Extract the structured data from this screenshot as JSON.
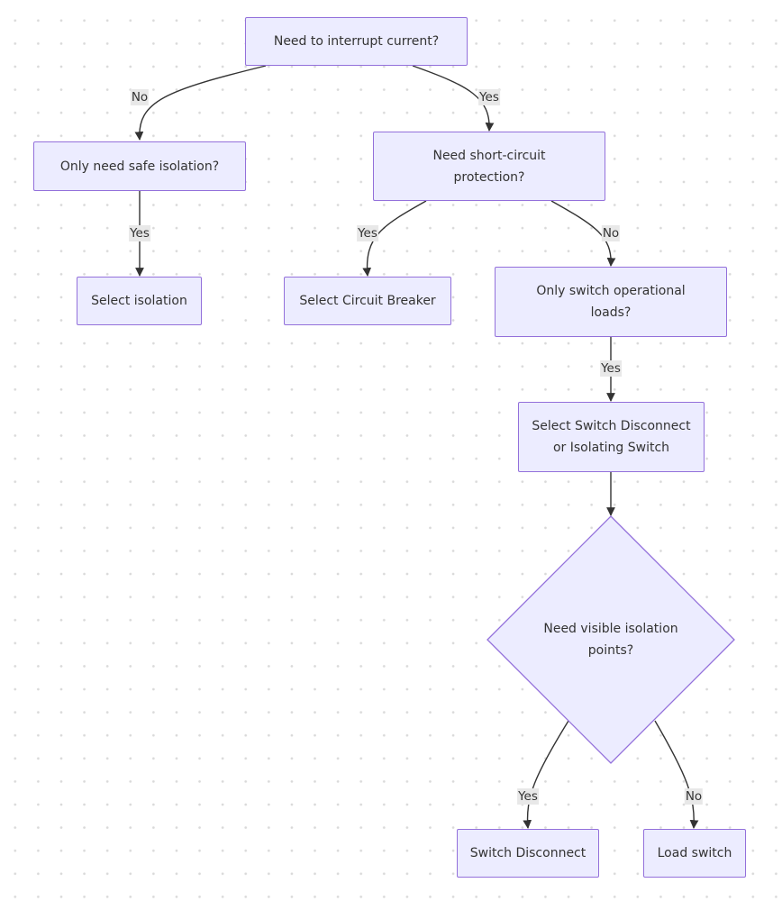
{
  "nodes": {
    "interrupt": "Need to interrupt current?",
    "isolation_q": "Only need safe isolation?",
    "short_circuit_q": "Need short-circuit protection?",
    "select_isolation": "Select isolation",
    "select_breaker": "Select Circuit Breaker",
    "operational_q": "Only switch operational loads?",
    "select_switch": "Select Switch Disconnect or Isolating Switch",
    "visible_q": "Need visible isolation points?",
    "switch_disconnect": "Switch Disconnect",
    "load_switch": "Load switch"
  },
  "edges": {
    "interrupt_no": "No",
    "interrupt_yes": "Yes",
    "isolation_yes": "Yes",
    "short_yes": "Yes",
    "short_no": "No",
    "operational_yes": "Yes",
    "visible_yes": "Yes",
    "visible_no": "No"
  },
  "colors": {
    "node_fill": "#ececff",
    "node_border": "#9370db",
    "edge_stroke": "#333333",
    "edge_label_bg": "#e8e8e8"
  }
}
